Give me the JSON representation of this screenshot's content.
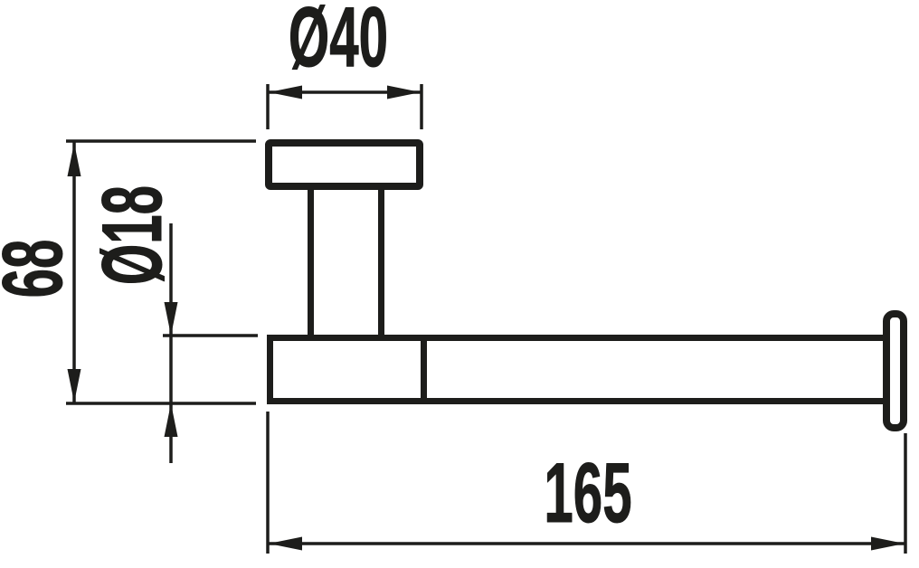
{
  "colors": {
    "line": "#1d1d1b",
    "background": "#ffffff"
  },
  "drawing": {
    "kind": "technical-dimension-drawing",
    "dimensions": {
      "plate_diameter": {
        "label": "Ø40",
        "value": 40
      },
      "height": {
        "label": "68",
        "value": 68
      },
      "bar_diameter": {
        "label": "Ø18",
        "value": 18
      },
      "length": {
        "label": "165",
        "value": 165
      }
    }
  }
}
